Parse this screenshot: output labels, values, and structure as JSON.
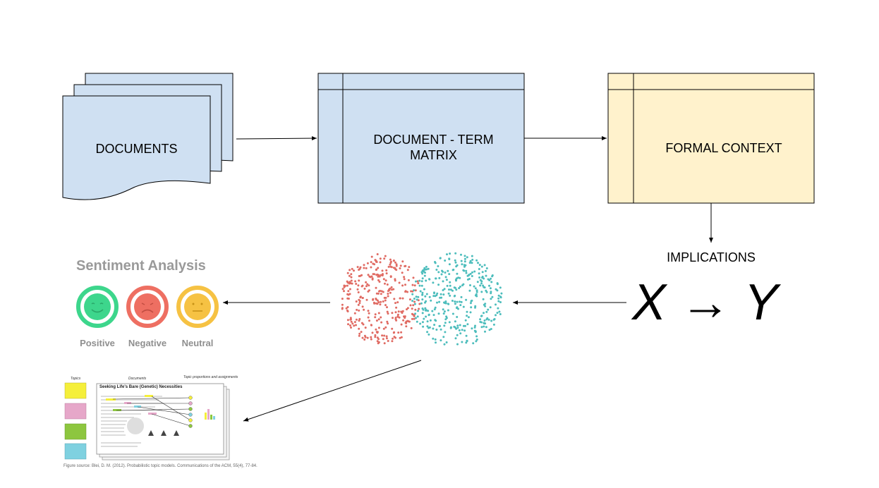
{
  "nodes": {
    "documents": "DOCUMENTS",
    "dtm_line1": "DOCUMENT - TERM",
    "dtm_line2": "MATRIX",
    "formal_context": "FORMAL CONTEXT",
    "implications": "IMPLICATIONS",
    "formula": "X → Y"
  },
  "sentiment": {
    "title": "Sentiment Analysis",
    "labels": [
      "Positive",
      "Negative",
      "Neutral"
    ],
    "colors": {
      "positive": "#3dd68c",
      "negative": "#ee6f62",
      "neutral": "#f6c243"
    }
  },
  "topic_model": {
    "header_topics": "Topics",
    "header_documents": "Documents",
    "header_proportions": "Topic proportions and assignments",
    "doc_title": "Seeking Life's Bare (Genetic) Necessities",
    "source": "Figure source: Blei, D. M. (2012). Probabilistic topic models. Communications of the ACM, 55(4), 77-84."
  },
  "colors": {
    "blue_fill": "#cfe0f2",
    "yellow_fill": "#fff2cc",
    "cluster_red": "#e06b63",
    "cluster_teal": "#4dbdbc"
  }
}
